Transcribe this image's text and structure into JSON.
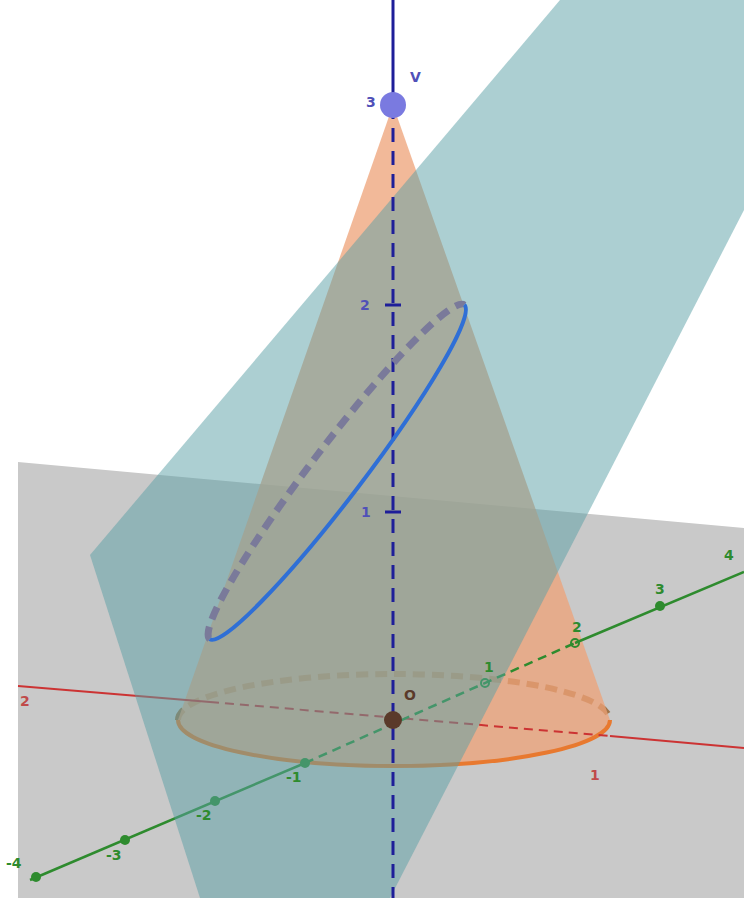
{
  "diagram": {
    "labels": [
      "V",
      "3",
      "2",
      "1",
      "O",
      "2",
      "1",
      "1",
      "2",
      "3",
      "4",
      "-1",
      "-2",
      "-3",
      "-4"
    ]
  }
}
